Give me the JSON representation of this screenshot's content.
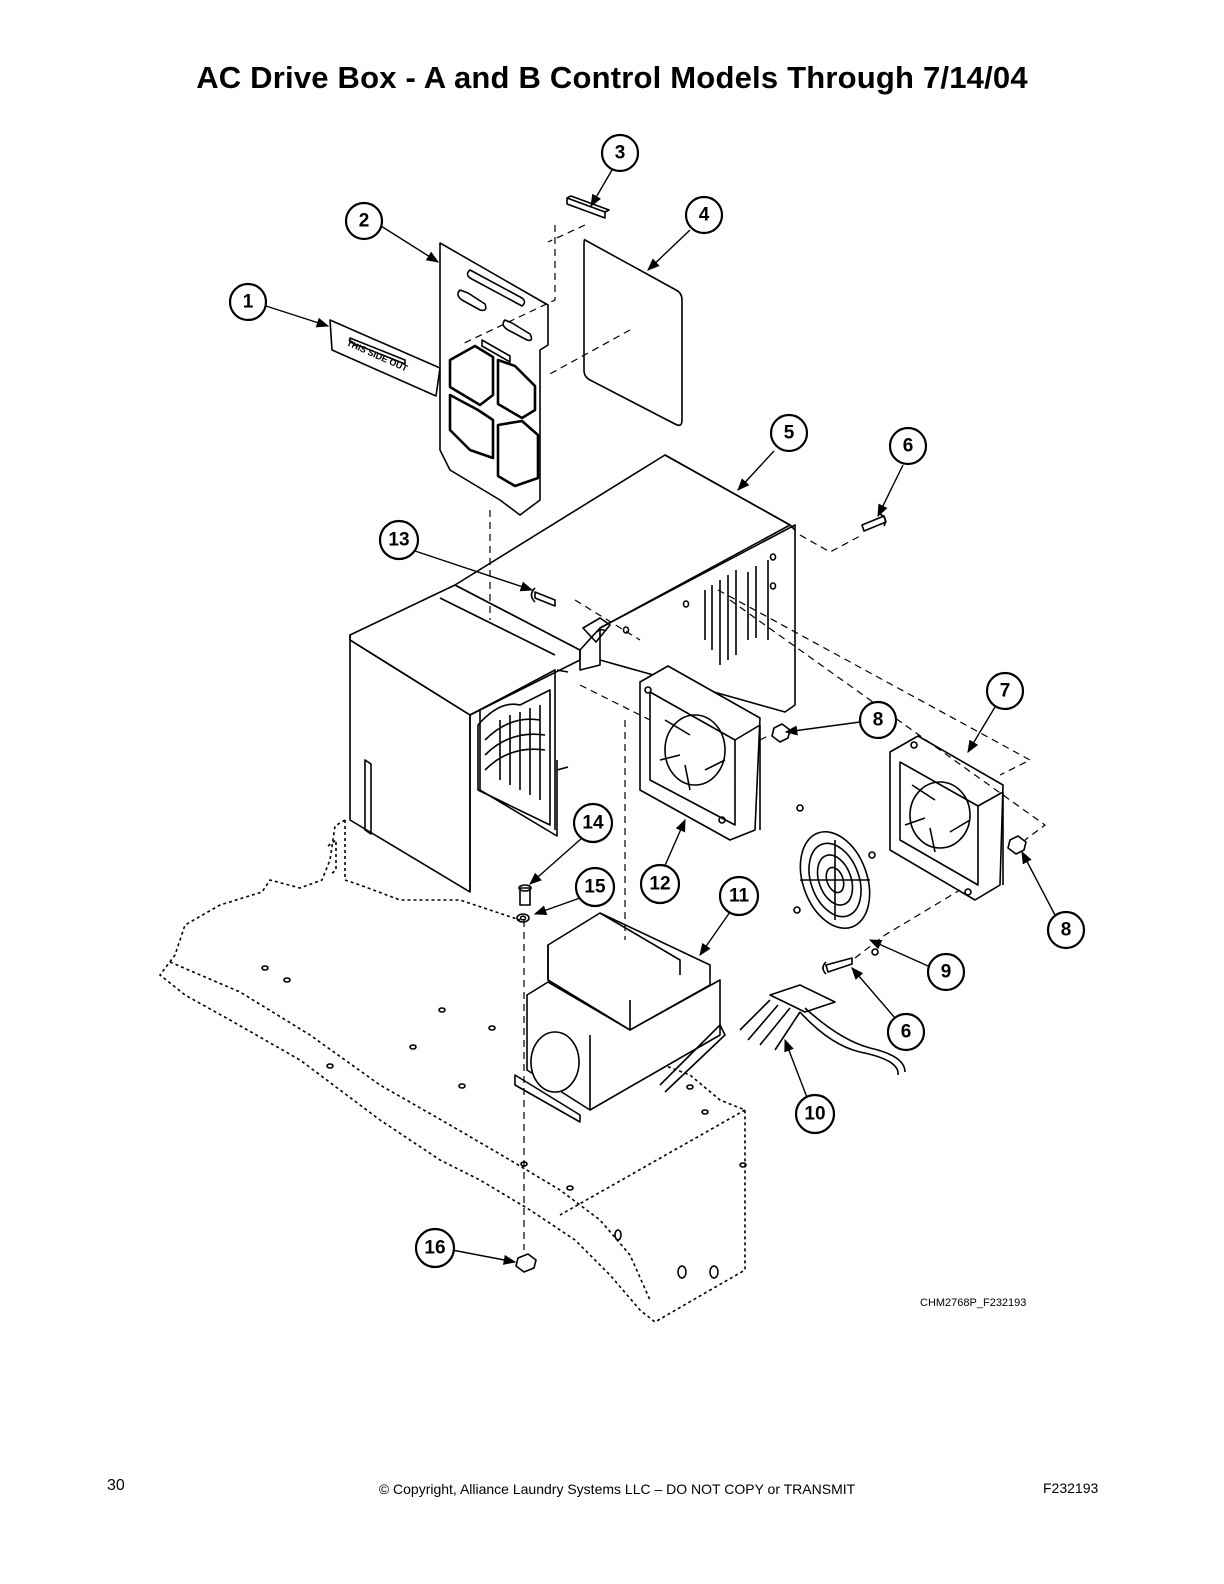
{
  "page": {
    "title": "AC Drive Box - A and B Control Models Through 7/14/04",
    "drawing_ref": "CHM2768P_F232193",
    "page_number": "30",
    "copyright": "© Copyright, Alliance Laundry Systems LLC – DO NOT COPY or TRANSMIT",
    "doc_id": "F232193"
  },
  "diagram": {
    "callouts": [
      "1",
      "2",
      "3",
      "4",
      "5",
      "6",
      "6",
      "7",
      "8",
      "8",
      "9",
      "10",
      "11",
      "12",
      "13",
      "14",
      "15",
      "16"
    ],
    "label_text": "THIS SIDE OUT"
  }
}
